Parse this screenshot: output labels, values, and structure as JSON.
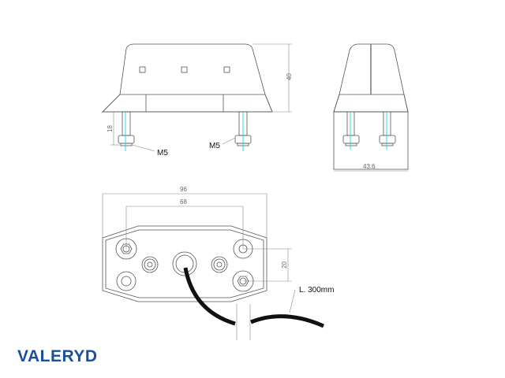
{
  "front_view": {
    "height_dim": "40",
    "bolt_length_dim": "18",
    "thread_left": "M5",
    "thread_right": "M5"
  },
  "side_view": {
    "width_dim": "43.6"
  },
  "bottom_view": {
    "overall_width_dim": "96",
    "hole_spacing_dim": "68",
    "vertical_spacing_dim": "20",
    "cable_label": "L. 300mm"
  },
  "logo": {
    "text": "VALERYD",
    "color": "#1b4f9a"
  }
}
